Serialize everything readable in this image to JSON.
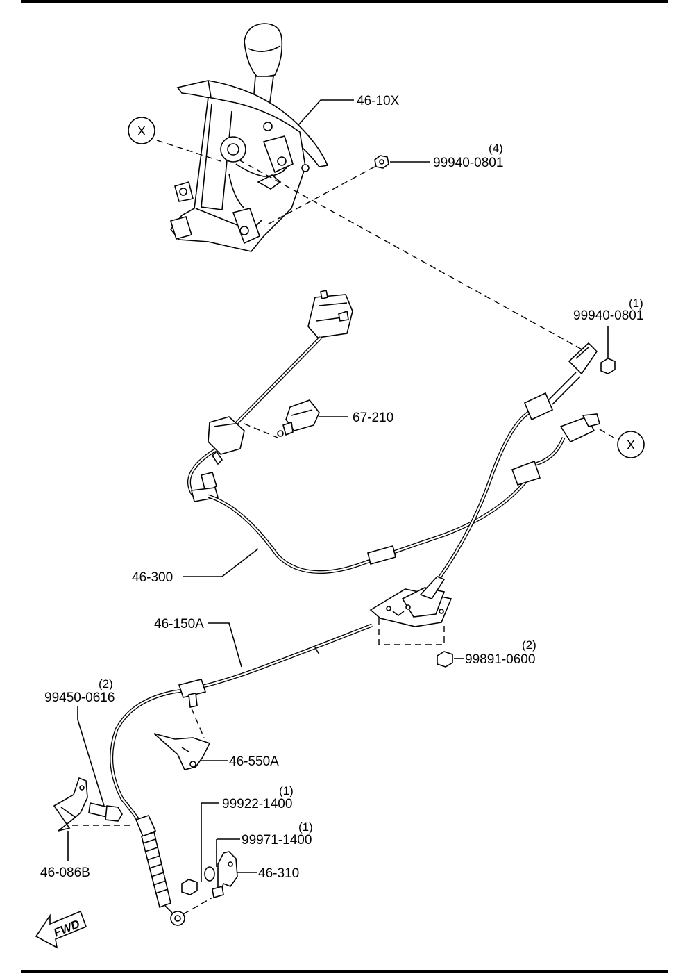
{
  "parts": {
    "p_46_10x": "46-10X",
    "p_99940_0801_a": "99940-0801",
    "p_99940_0801_a_qty": "(4)",
    "p_99940_0801_b": "99940-0801",
    "p_99940_0801_b_qty": "(1)",
    "p_67_210": "67-210",
    "p_46_300": "46-300",
    "p_46_150a": "46-150A",
    "p_99891_0600": "99891-0600",
    "p_99891_0600_qty": "(2)",
    "p_99450_0616": "99450-0616",
    "p_99450_0616_qty": "(2)",
    "p_46_550a": "46-550A",
    "p_99922_1400": "99922-1400",
    "p_99922_1400_qty": "(1)",
    "p_99971_1400": "99971-1400",
    "p_99971_1400_qty": "(1)",
    "p_46_310": "46-310",
    "p_46_086b": "46-086B"
  },
  "refs": {
    "x_marker_top": "X",
    "x_marker_right": "X"
  },
  "fwd": "FWD"
}
